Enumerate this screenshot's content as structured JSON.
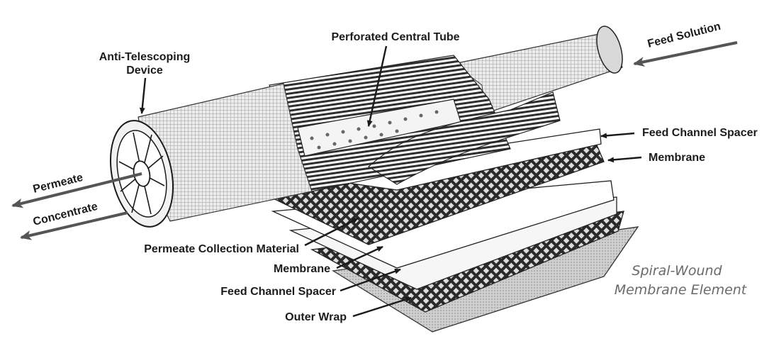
{
  "labels": {
    "anti_telescoping_line1": "Anti-Telescoping",
    "anti_telescoping_line2": "Device",
    "perforated_tube": "Perforated Central Tube",
    "feed_solution": "Feed Solution",
    "feed_channel_spacer_top": "Feed Channel Spacer",
    "membrane_top": "Membrane",
    "permeate": "Permeate",
    "concentrate": "Concentrate",
    "permeate_collection": "Permeate Collection Material",
    "membrane_bottom": "Membrane",
    "feed_channel_spacer_bottom": "Feed Channel Spacer",
    "outer_wrap": "Outer Wrap"
  },
  "caption": {
    "line1": "Spiral-Wound",
    "line2": "Membrane Element"
  },
  "colors": {
    "ink": "#1a1a1a",
    "mesh_light": "#e4e4e4",
    "mesh_dark": "#2b2b2b",
    "sheet": "#f4f4f4",
    "wrap_gray": "#bdbdbd"
  }
}
